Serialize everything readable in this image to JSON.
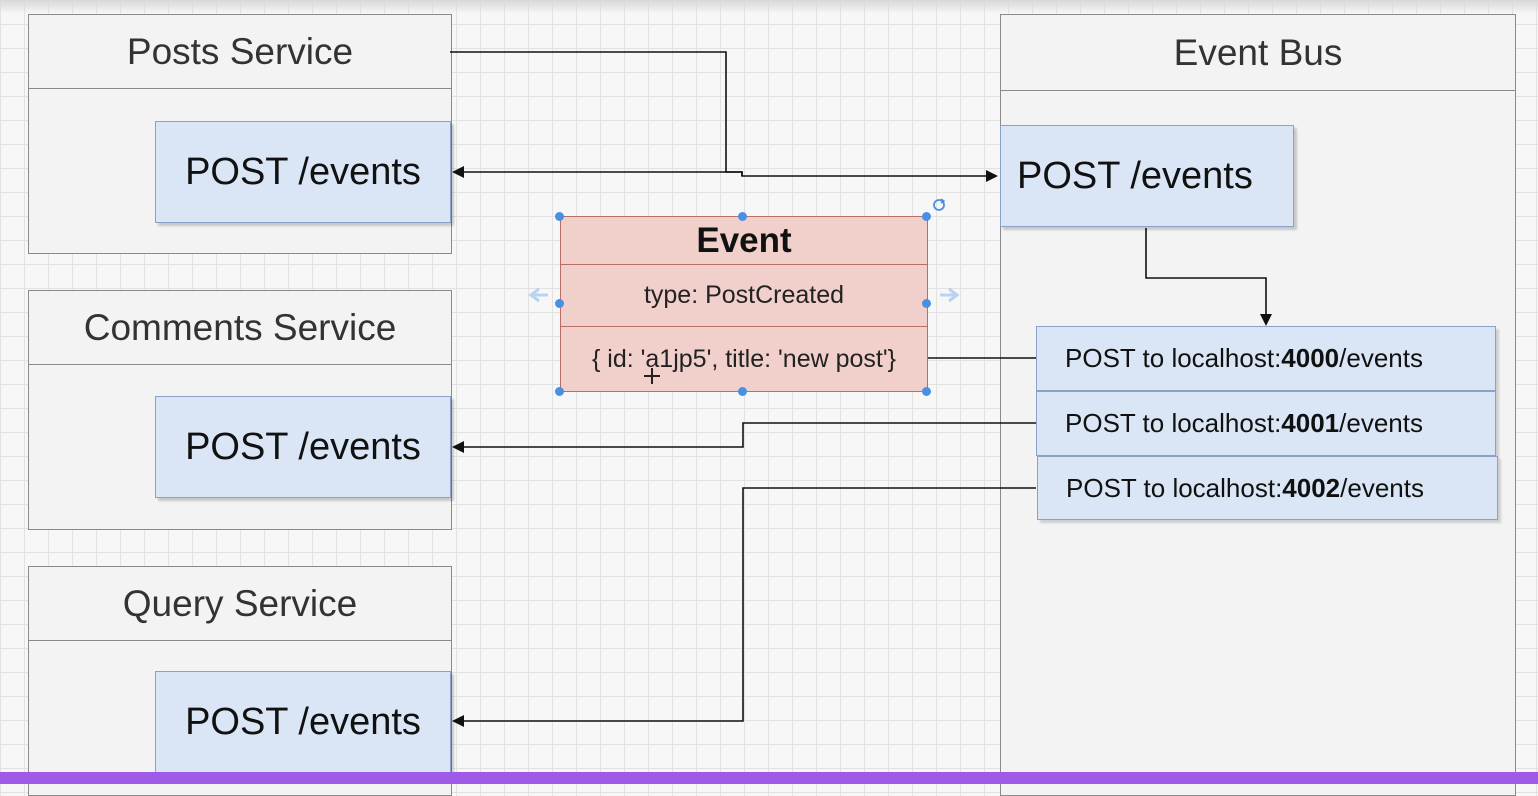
{
  "services": {
    "posts": {
      "title": "Posts Service",
      "endpoint": "POST /events"
    },
    "comments": {
      "title": "Comments Service",
      "endpoint": "POST /events"
    },
    "query": {
      "title": "Query Service",
      "endpoint": "POST /events"
    }
  },
  "event_bus": {
    "title": "Event Bus",
    "endpoint": "POST /events",
    "forwards": [
      {
        "prefix": "POST to localhost:",
        "port": "4000",
        "suffix": "/events"
      },
      {
        "prefix": "POST to localhost:",
        "port": "4001",
        "suffix": "/events"
      },
      {
        "prefix": "POST to localhost:",
        "port": "4002",
        "suffix": "/events"
      }
    ]
  },
  "event": {
    "title": "Event",
    "type": "type: PostCreated",
    "payload": "{ id: 'a1jp5', title: 'new post'}"
  },
  "colors": {
    "endpoint_fill": "#dae6f6",
    "event_fill": "#f1cfcb",
    "selection_handle": "#4a90e2",
    "bottom_bar": "#9f5be8"
  }
}
